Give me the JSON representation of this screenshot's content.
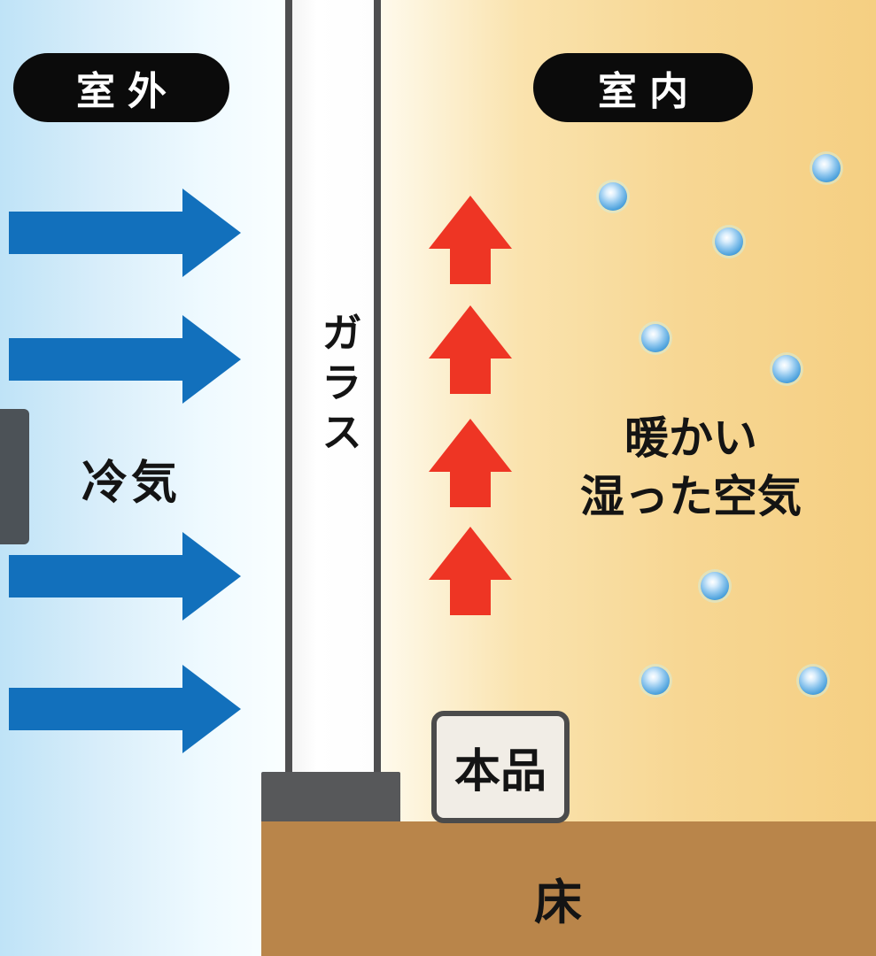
{
  "labels": {
    "outdoor": "室外",
    "indoor": "室内",
    "glass": "ガラス",
    "cold_air": "冷気",
    "warm_air_line1": "暖かい",
    "warm_air_line2": "湿った空気",
    "product": "本品",
    "floor": "床"
  },
  "colors": {
    "cold_air_arrow": "#1270bc",
    "warm_air_arrow": "#ee3524",
    "outdoor_gradient_start": "#bfe3f7",
    "outdoor_gradient_end": "#fbffff",
    "indoor_gradient_start": "#fefaec",
    "indoor_gradient_end": "#f5cf82",
    "glass_frame": "#4e4e50",
    "sill": "#57585a",
    "floor": "#b9854a",
    "pill_background": "#0b0b0b",
    "pill_text": "#ffffff",
    "droplet": "#4aa0dc",
    "product_box_fill": "#f1ede6",
    "product_box_border": "#4b4b4b",
    "label_text": "#141414"
  },
  "decorations": {
    "cold_air_arrow_count": 4,
    "warm_air_arrow_count": 4,
    "moisture_droplet_count": 8
  }
}
